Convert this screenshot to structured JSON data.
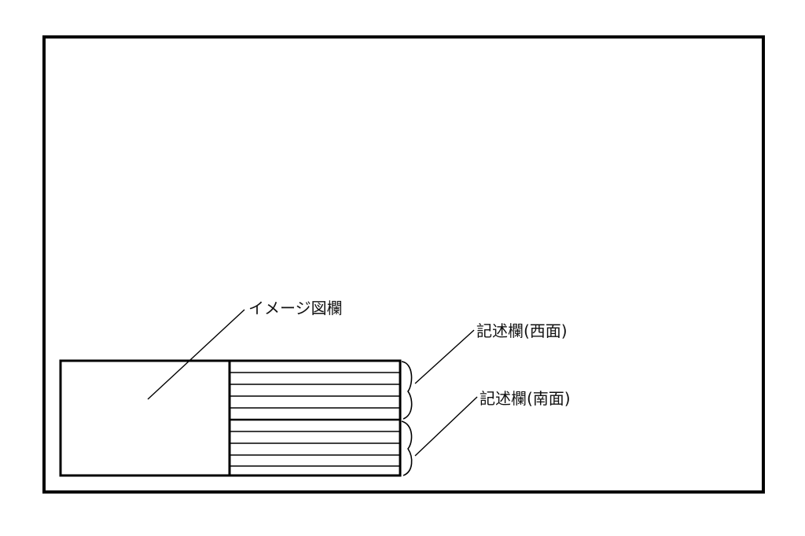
{
  "labels": {
    "image_area": "イメージ図欄",
    "description_west": "記述欄(西面)",
    "description_south": "記述欄(南面)"
  },
  "layout_spec": {
    "ruled_lines_per_section": 4
  },
  "colors": {
    "line": "#000000",
    "background": "#ffffff"
  }
}
